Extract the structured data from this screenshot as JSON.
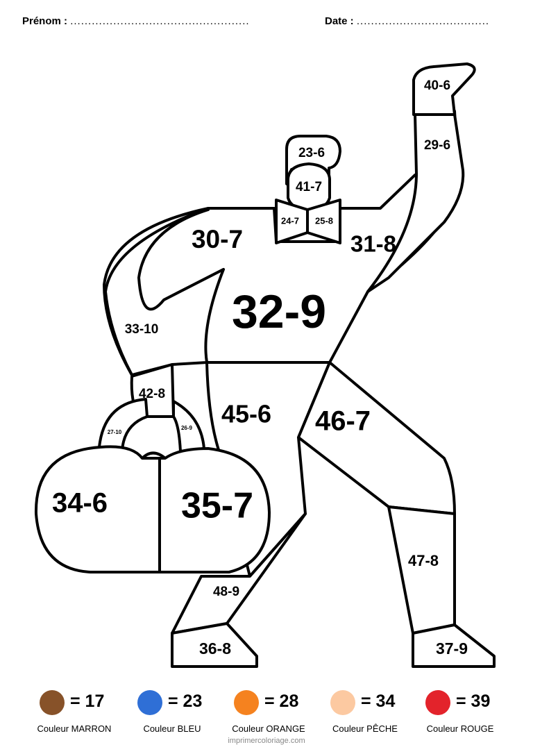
{
  "header": {
    "prenom_label": "Prénom :",
    "prenom_dots": "..................................................",
    "date_label": "Date :",
    "date_dots": "....................................."
  },
  "zones": {
    "hand": "40-6",
    "forearm_right": "29-6",
    "hair": "23-6",
    "face": "41-7",
    "bow_left": "24-7",
    "bow_right": "25-8",
    "shoulder_left": "30-7",
    "shoulder_right": "31-8",
    "torso": "32-9",
    "arm_left": "33-10",
    "cuff": "42-8",
    "handle_left": "27-10",
    "handle_right": "26-9",
    "leg_inner": "45-6",
    "leg_right_upper": "46-7",
    "bag_left": "34-6",
    "bag_right": "35-7",
    "leg_right_lower": "47-8",
    "leg_left_lower": "48-9",
    "shoe_left": "36-8",
    "shoe_right": "37-9"
  },
  "legend": [
    {
      "value": "= 17",
      "name": "Couleur MARRON",
      "color": "#875229"
    },
    {
      "value": "= 23",
      "name": "Couleur BLEU",
      "color": "#2f6fd6"
    },
    {
      "value": "= 28",
      "name": "Couleur ORANGE",
      "color": "#f5821f"
    },
    {
      "value": "= 34",
      "name": "Couleur PÊCHE",
      "color": "#fcc9a1"
    },
    {
      "value": "= 39",
      "name": "Couleur ROUGE",
      "color": "#e3232b"
    }
  ],
  "footer": "imprimercoloriage.com"
}
